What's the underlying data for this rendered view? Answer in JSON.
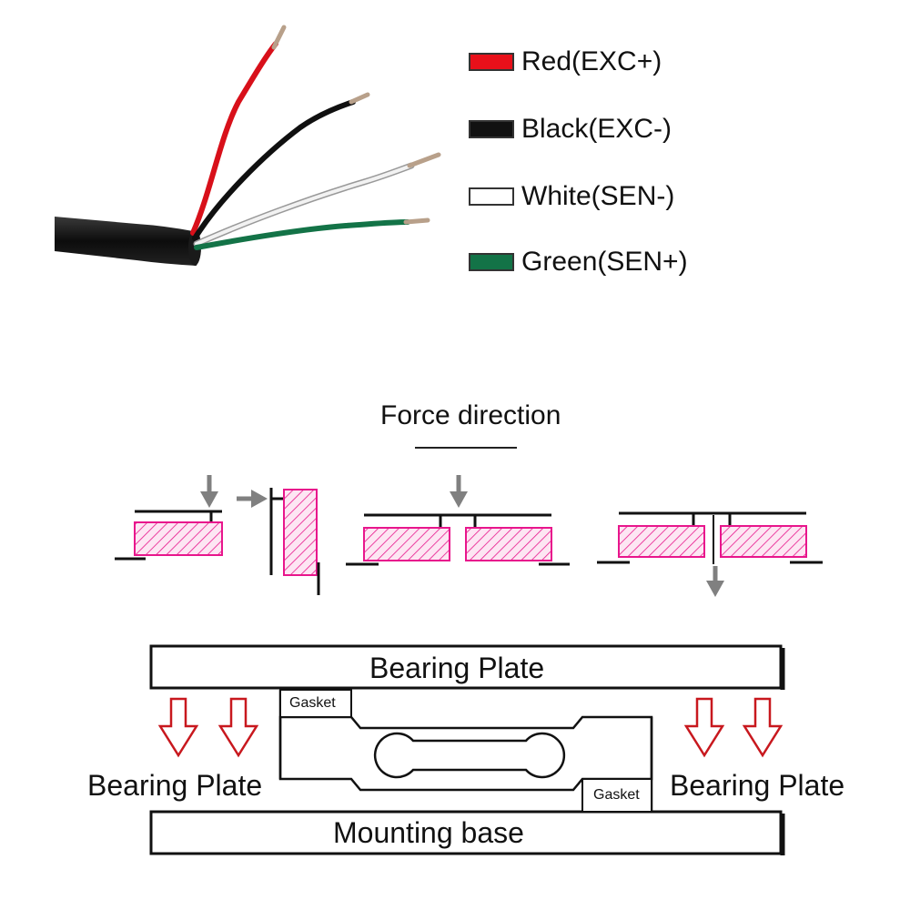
{
  "wire_legend": [
    {
      "label": "Red(EXC+)",
      "color": "#e8101a"
    },
    {
      "label": "Black(EXC-)",
      "color": "#111111"
    },
    {
      "label": "White(SEN-)",
      "color": "#ffffff"
    },
    {
      "label": "Green(SEN+)",
      "color": "#137347"
    }
  ],
  "force_section": {
    "title": "Force direction"
  },
  "installation": {
    "top_plate_label": "Bearing Plate",
    "left_label": "Bearing Plate",
    "right_label": "Bearing Plate",
    "mounting_base_label": "Mounting base",
    "gasket_top_label": "Gasket",
    "gasket_bottom_label": "Gasket"
  },
  "colors": {
    "load_block": "#e8168c",
    "load_block_fill": "#fde6f3",
    "arrow_gray": "#808080",
    "arrow_red": "#c8181e"
  }
}
